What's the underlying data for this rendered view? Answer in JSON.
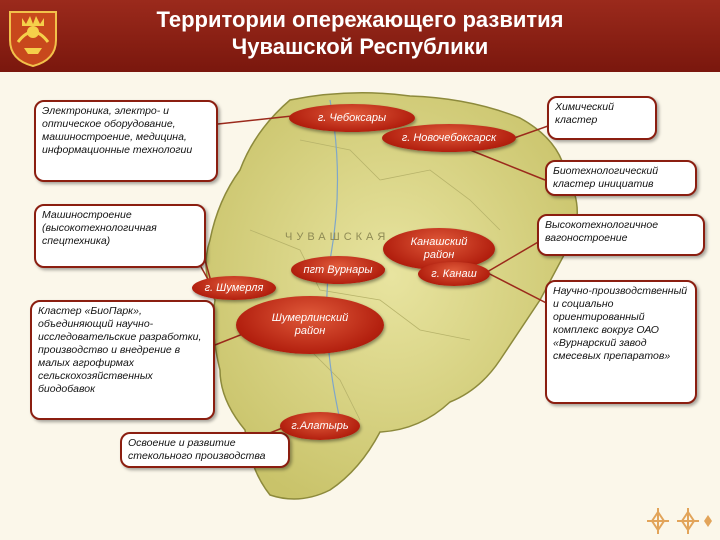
{
  "header": {
    "title_line1": "Территории опережающего развития",
    "title_line2": "Чувашской Республики",
    "emblem_icon": "chuvashia-emblem-icon",
    "background_color": "#8b1e10"
  },
  "map": {
    "region_label": "ЧУВАШСКАЯ"
  },
  "cities": {
    "cheboksary": "г. Чебоксары",
    "novocheboksarsk": "г. Новочебоксарск",
    "shumerlya": "г. Шумерля",
    "vurnary": "пгт Вурнары",
    "kanash_district": "Канашский район",
    "kanash_city": "г. Канаш",
    "shumerlinsky_district": "Шумерлинский район",
    "alatyr": "г.Алатырь"
  },
  "clusters": {
    "electronics": "Электроника, электро- и оптическое оборудование, машиностроение, медицина, информационные технологии",
    "machinery": "Машиностроение (высокотехнологичная спецтехника)",
    "biopark": "Кластер «БиоПарк», объединяющий научно-исследовательские разработки, производство и внедрение в малых агрофирмах сельскохозяйственных биодобавок",
    "glass": "Освоение и развитие стекольного производства",
    "chemical": "Химический кластер",
    "biotech": "Биотехнологический кластер инициатив",
    "railcar": "Высокотехнологичное вагоностроение",
    "vurnary_plant": "Научно-производственный и социально ориентированный комплекс вокруг ОАО «Вурнарский завод смесевых препаратов»"
  },
  "colors": {
    "accent": "#8b1e10",
    "oval": "#c02a14",
    "map_fill": "#d4d07a"
  }
}
